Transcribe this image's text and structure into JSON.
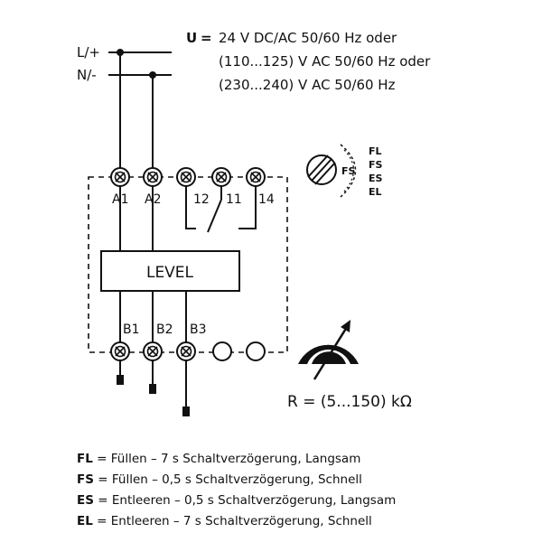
{
  "supply": {
    "line_label": "L/+",
    "neutral_label": "N/-",
    "voltage_symbol": "U",
    "equals": "=",
    "voltage_options": [
      "24 V DC/AC 50/60 Hz oder",
      "(110...125) V AC 50/60 Hz oder",
      "(230...240) V AC 50/60 Hz"
    ]
  },
  "terminals": {
    "top": [
      "A1",
      "A2",
      "12",
      "11",
      "14"
    ],
    "bottom": [
      "B1",
      "B2",
      "B3"
    ]
  },
  "device": {
    "label": "LEVEL"
  },
  "mode_switch": {
    "center_label": "FS",
    "positions": [
      "FL",
      "FS",
      "ES",
      "EL"
    ]
  },
  "resistance": {
    "text": "R = (5...150) kΩ"
  },
  "legend": [
    {
      "code": "FL",
      "text": "Füllen – 7 s Schaltverzögerung, Langsam"
    },
    {
      "code": "FS",
      "text": "Füllen – 0,5 s Schaltverzögerung, Schnell"
    },
    {
      "code": "ES",
      "text": "Entleeren – 0,5 s Schaltverzögerung, Langsam"
    },
    {
      "code": "EL",
      "text": "Entleeren – 7 s Schaltverzögerung, Schnell"
    }
  ]
}
